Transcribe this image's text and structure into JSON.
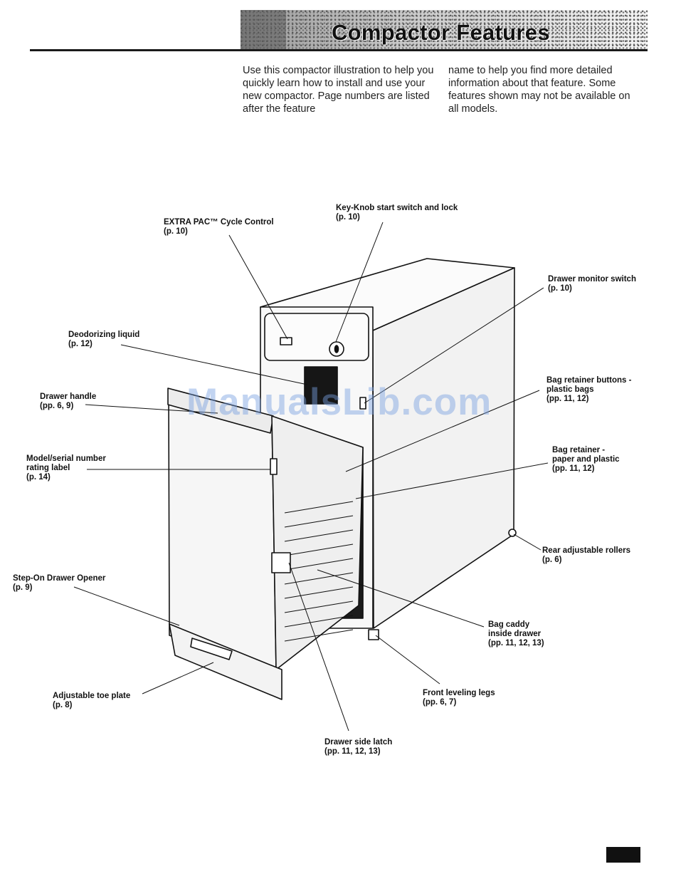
{
  "header": {
    "title": "Compactor Features"
  },
  "intro": {
    "left": "Use this compactor illustration to help you quickly learn how to install and use your new compactor. Page numbers are listed after the feature",
    "right": "name to help you find more detailed information about that feature. Some features shown may not be available on all models."
  },
  "callouts": {
    "extra_pac": {
      "label": "EXTRA PAC™ Cycle Control",
      "pages": "(p. 10)"
    },
    "key_knob": {
      "label": "Key-Knob start switch and lock",
      "pages": "(p. 10)"
    },
    "drawer_monitor": {
      "label": "Drawer monitor switch",
      "pages": "(p. 10)"
    },
    "deodorizing": {
      "label": "Deodorizing liquid",
      "pages": "(p. 12)"
    },
    "drawer_handle": {
      "label": "Drawer handle",
      "pages": "(pp. 6, 9)"
    },
    "bag_retainer_buttons": {
      "line1": "Bag retainer buttons -",
      "line2": "plastic bags",
      "pages": "(pp. 11, 12)"
    },
    "model_serial": {
      "line1": "Model/serial number",
      "line2": "rating label",
      "pages": "(p. 14)"
    },
    "bag_retainer_paper": {
      "line1": "Bag retainer -",
      "line2": "paper and plastic",
      "pages": "(pp. 11, 12)"
    },
    "rear_rollers": {
      "label": "Rear adjustable rollers",
      "pages": "(p. 6)"
    },
    "step_on": {
      "label": "Step-On Drawer Opener",
      "pages": "(p. 9)"
    },
    "bag_caddy": {
      "line1": "Bag caddy",
      "line2": "inside drawer",
      "pages": "(pp. 11, 12, 13)"
    },
    "toe_plate": {
      "label": "Adjustable toe plate",
      "pages": "(p. 8)"
    },
    "front_legs": {
      "label": "Front leveling legs",
      "pages": "(pp. 6, 7)"
    },
    "side_latch": {
      "label": "Drawer side latch",
      "pages": "(pp. 11, 12, 13)"
    }
  },
  "watermark": "ManualsLib.com"
}
